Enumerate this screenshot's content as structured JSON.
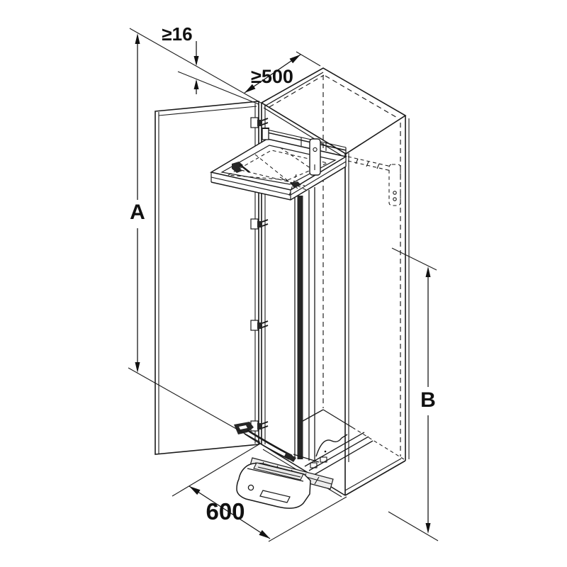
{
  "diagram": {
    "background": "#ffffff",
    "line_color": "#1a1a1a",
    "labels": {
      "panel_thickness": "≥16",
      "min_depth": "≥500",
      "dim_a": "A",
      "dim_b": "B",
      "pullout": "600"
    }
  }
}
